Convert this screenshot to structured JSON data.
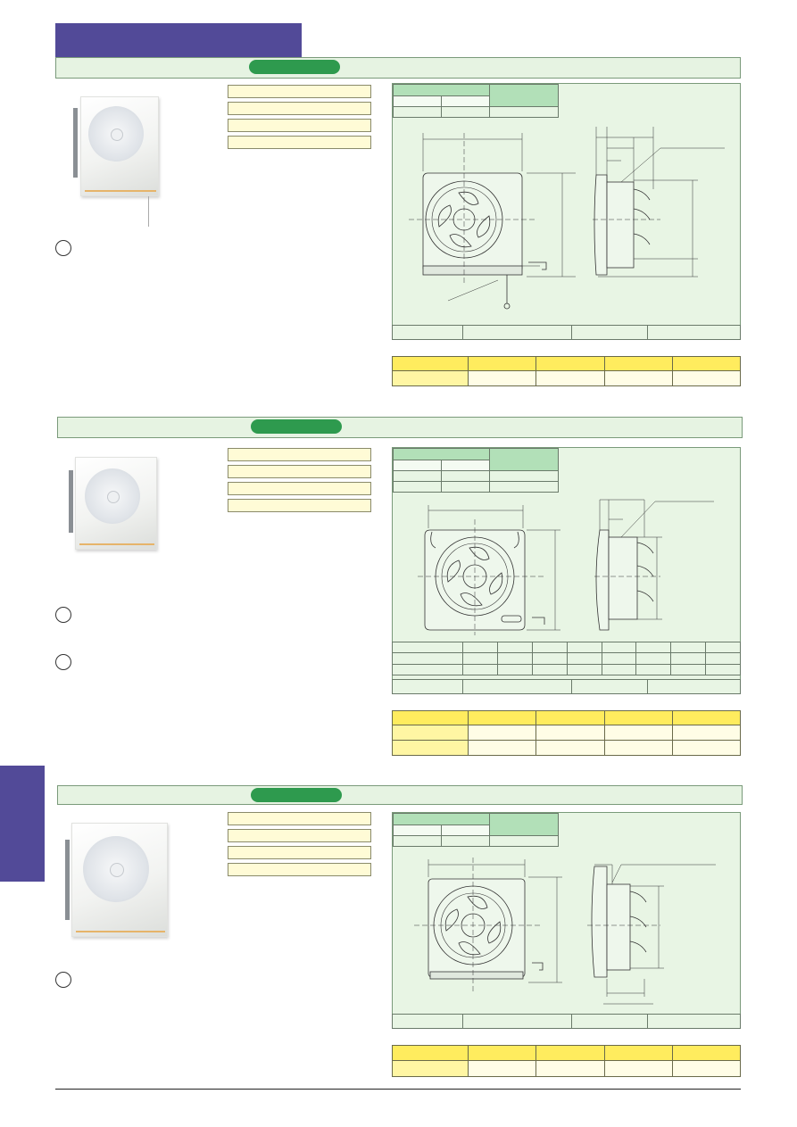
{
  "page": {
    "header_title": "",
    "side_tab_label": "",
    "colors": {
      "header": "#524a98",
      "side_tab": "#524a98",
      "section_bar": "#e6f3e2",
      "pill": "#2e9a4e",
      "spec_row": "#fffbd6",
      "drawing_panel": "#e8f5e4",
      "table_header": "#b2e0b8",
      "price_header": "#ffec5e",
      "price_cell": "#fffde6"
    }
  },
  "products": [
    {
      "section_title": "",
      "model_pill": "",
      "spec_lines": [
        "",
        "",
        "",
        ""
      ],
      "notes": [
        ""
      ],
      "drawing_labels": [],
      "price_rows": 1
    },
    {
      "section_title": "",
      "model_pill": "",
      "spec_lines": [
        "",
        "",
        "",
        ""
      ],
      "notes": [
        "",
        ""
      ],
      "drawing_labels": [],
      "price_rows": 2
    },
    {
      "section_title": "",
      "model_pill": "",
      "spec_lines": [
        "",
        "",
        "",
        ""
      ],
      "notes": [
        ""
      ],
      "drawing_labels": [],
      "price_rows": 1
    }
  ]
}
